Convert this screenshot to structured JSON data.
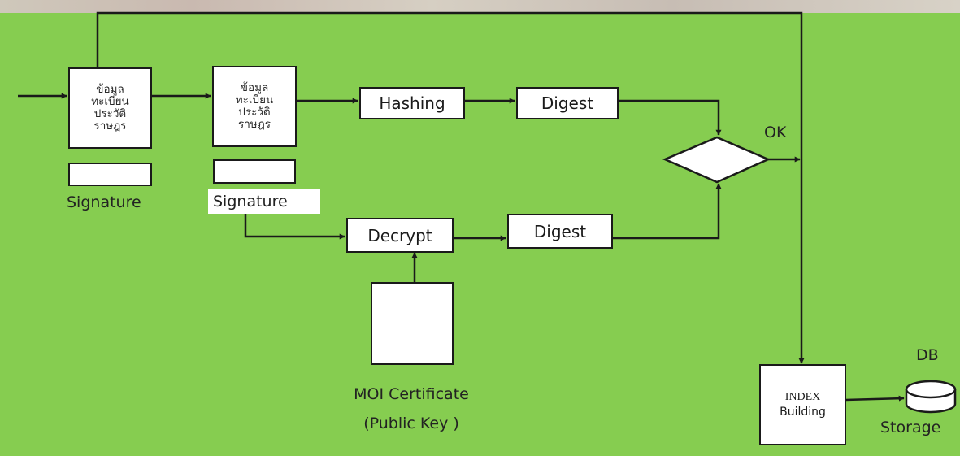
{
  "document": {
    "thai_line_1": "ข้อมูล",
    "thai_line_2": "ทะเบียน",
    "thai_line_3": "ประวัติ",
    "thai_line_4": "ราษฎร"
  },
  "labels": {
    "signature_1": "Signature",
    "signature_2": "Signature",
    "hashing": "Hashing",
    "digest_top": "Digest",
    "digest_bottom": "Digest",
    "decrypt": "Decrypt",
    "ok": "OK",
    "moi_certificate": "MOI Certificate",
    "public_key": "(Public Key )",
    "index_line_1": "INDEX",
    "index_line_2": "Building",
    "db": "DB",
    "storage": "Storage"
  },
  "colors": {
    "background": "#86cd50",
    "box_fill": "#ffffff",
    "line": "#1a1a1a"
  }
}
